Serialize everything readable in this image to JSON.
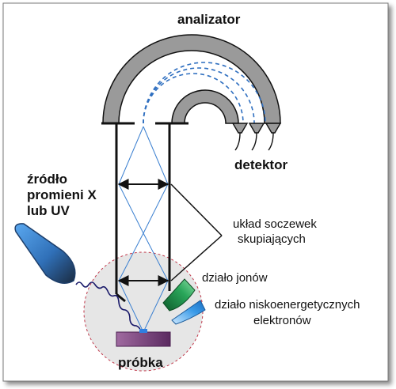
{
  "labels": {
    "analyzer": "analizator",
    "detector": "detektor",
    "source_line1": "źródło",
    "source_line2": "promieni X",
    "source_line3": "lub UV",
    "lenses_line1": "układ soczewek",
    "lenses_line2": "skupiających",
    "ion_gun": "działo jonów",
    "electron_gun_line1": "działo niskoenergetycznych",
    "electron_gun_line2": "elektronów",
    "sample": "próbka"
  },
  "colors": {
    "analyzer_fill": "#9a9a9a",
    "beam_blue": "#3a7fd0",
    "electron_path_dark": "#1a1a6a",
    "chamber_fill": "#e4e4e4",
    "chamber_border": "#c0394b",
    "source_blue": "#2e7fd6",
    "ion_gun_green": "#1f9b4f",
    "electron_gun_cyan": "#3aa0ee",
    "sample_purple": "#7a3f7e"
  },
  "icons": [
    "x-ray-source-icon",
    "ion-gun-icon",
    "electron-gun-icon",
    "detector-icon",
    "sample-icon"
  ]
}
